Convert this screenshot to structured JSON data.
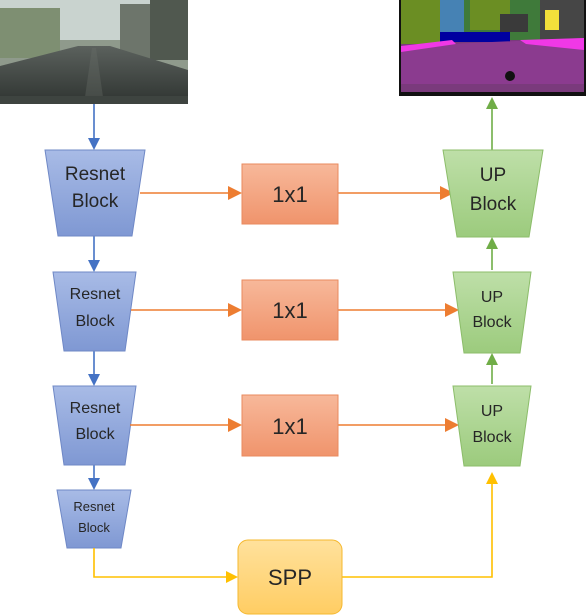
{
  "encoder": {
    "blocks": [
      {
        "line1": "Resnet",
        "line2": "Block"
      },
      {
        "line1": "Resnet",
        "line2": "Block"
      },
      {
        "line1": "Resnet",
        "line2": "Block"
      },
      {
        "line1": "Resnet",
        "line2": "Block"
      }
    ]
  },
  "lateral": {
    "convs": [
      {
        "label": "1x1"
      },
      {
        "label": "1x1"
      },
      {
        "label": "1x1"
      }
    ]
  },
  "spp": {
    "label": "SPP"
  },
  "decoder": {
    "blocks": [
      {
        "line1": "UP",
        "line2": "Block"
      },
      {
        "line1": "UP",
        "line2": "Block"
      },
      {
        "line1": "UP",
        "line2": "Block"
      }
    ]
  },
  "colors": {
    "encoder_fill": "#8ea5d9",
    "encoder_stroke": "#6f88c6",
    "encoder_arrow": "#4472c4",
    "conv_fill": "#f4a582",
    "conv_stroke": "#e98a5e",
    "lateral_arrow": "#ed7d31",
    "spp_fill": "#ffd37a",
    "spp_stroke": "#f5b82e",
    "spp_arrow": "#ffc000",
    "decoder_fill": "#a9d18e",
    "decoder_stroke": "#8cbd6a",
    "decoder_arrow": "#70ad47"
  },
  "images": {
    "input": "street-scene-photo",
    "output": "semantic-segmentation-map"
  }
}
